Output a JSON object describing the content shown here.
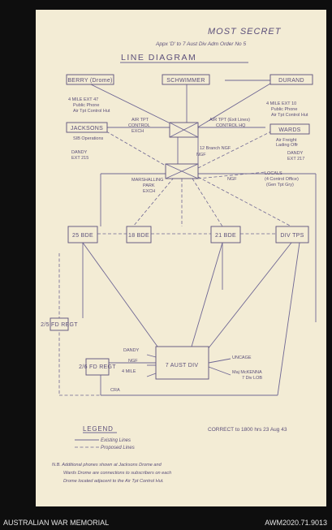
{
  "header": {
    "classification": "MOST SECRET",
    "appendix": "Appx 'D' to 7 Aust Div Adm Order No 5",
    "title": "LINE DIAGRAM"
  },
  "nodes": {
    "berry": "BERRY (Drome)",
    "schwimmer": "SCHWIMMER",
    "durand": "DURAND",
    "jacksons": "JACKSONS",
    "wards": "WARDS",
    "bde25": "25 BDE",
    "bde18": "18 BDE",
    "bde21": "21 BDE",
    "divtps": "DIV TPS",
    "div7": "7 AUST DIV",
    "fd2_5": "2/5 FD REGT",
    "fd2_6": "2/6 FD REGT"
  },
  "labels": {
    "jacksons_top1": "4 MILE EXT 47",
    "jacksons_top2": "Public Phone",
    "jacksons_top3": "Air Tpt Control Hut",
    "jacksons_sub": "SIB Operations",
    "jacksons_dandy1": "DANDY",
    "jacksons_dandy2": "EXT 215",
    "air_tpt_exch1": "AIR TPT",
    "air_tpt_exch2": "CONTROL",
    "air_tpt_exch3": "EXCH",
    "air_tpt_hq1": "AIR TPT (Exit Lines)",
    "air_tpt_hq2": "CONTROL HQ",
    "wards_top1": "4 MILE EXT 10",
    "wards_top2": "Public Phone",
    "wards_top3": "Air Tpt Control Hut",
    "wards_sub1": "Air Freight",
    "wards_sub2": "Lading Offr",
    "wards_dandy1": "DANDY",
    "wards_dandy2": "EXT 217",
    "branch_ngf": "12 Branch NGF",
    "ngf_mid": "NGF",
    "marshalling1": "MARSHALLING",
    "marshalling2": "PARK",
    "marshalling3": "EXCH",
    "ngf_right": "NGF",
    "locals1": "LOCALS",
    "locals2": "(4 Control Office)",
    "locals3": "(Gen Tpt Gry)",
    "dandy_div": "DANDY",
    "ngf_div": "NGF",
    "mile_div": "4 MILE",
    "uncage": "UNCAGE",
    "mckenna1": "Maj McKENNA",
    "mckenna2": "7 Div LOB",
    "cra": "CRA"
  },
  "legend": {
    "title": "LEGEND",
    "existing": "Existing Lines",
    "proposed": "Proposed Lines",
    "correct": "CORRECT to 1800 hrs 23 Aug 43"
  },
  "note": {
    "line1": "N.B.   Additional phones shown at Jacksons Drome and",
    "line2": "Wards Drome are connections to subscribers on each",
    "line3": "Drome located adjacent to the Air Tpt Control Hut."
  },
  "footer": {
    "left": "AUSTRALIAN WAR MEMORIAL",
    "right": "AWM2020.71.9013"
  }
}
